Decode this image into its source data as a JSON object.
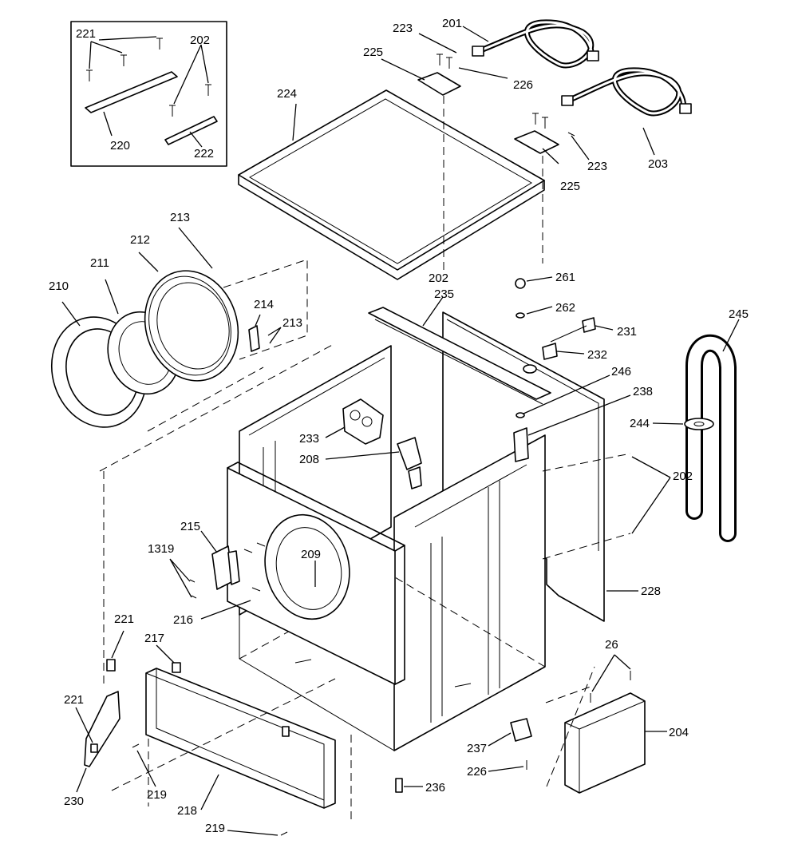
{
  "diagram": {
    "labels": {
      "l201": "201",
      "l202a": "202",
      "l202b": "202",
      "l202c": "202",
      "l203": "203",
      "l204": "204",
      "l208": "208",
      "l209": "209",
      "l210": "210",
      "l211": "211",
      "l212": "212",
      "l213a": "213",
      "l213b": "213",
      "l214": "214",
      "l215": "215",
      "l216": "216",
      "l217": "217",
      "l218": "218",
      "l219a": "219",
      "l219b": "219",
      "l220": "220",
      "l221a": "221",
      "l221b": "221",
      "l221c": "221",
      "l222": "222",
      "l223a": "223",
      "l223b": "223",
      "l224": "224",
      "l225a": "225",
      "l225b": "225",
      "l226a": "226",
      "l226b": "226",
      "l228": "228",
      "l230": "230",
      "l231": "231",
      "l232": "232",
      "l233": "233",
      "l235": "235",
      "l236": "236",
      "l237": "237",
      "l238": "238",
      "l244": "244",
      "l245": "245",
      "l246": "246",
      "l261": "261",
      "l262": "262",
      "l26": "26",
      "l1319": "1319"
    },
    "colors": {
      "ink": "#000000",
      "paper": "#ffffff"
    }
  }
}
